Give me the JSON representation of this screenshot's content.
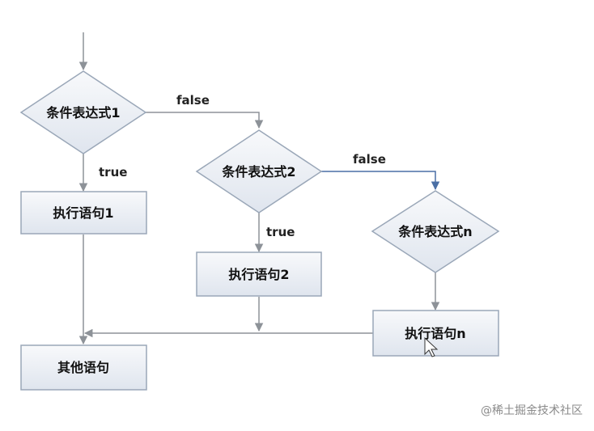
{
  "diagram": {
    "nodes": {
      "cond1": "条件表达式1",
      "cond2": "条件表达式2",
      "condn": "条件表达式n",
      "stmt1": "执行语句1",
      "stmt2": "执行语句2",
      "stmtn": "执行语句n",
      "other": "其他语句"
    },
    "edges": {
      "false_1": "false",
      "false_2": "false",
      "true_1": "true",
      "true_2": "true"
    },
    "colors": {
      "shape_fill_top": "#f8f9fb",
      "shape_fill_bottom": "#dfe5ee",
      "shape_stroke": "#9aa7b8",
      "line": "#8d9298",
      "highlight_line": "#4a6fa5"
    }
  },
  "watermark": "@稀土掘金技术社区"
}
